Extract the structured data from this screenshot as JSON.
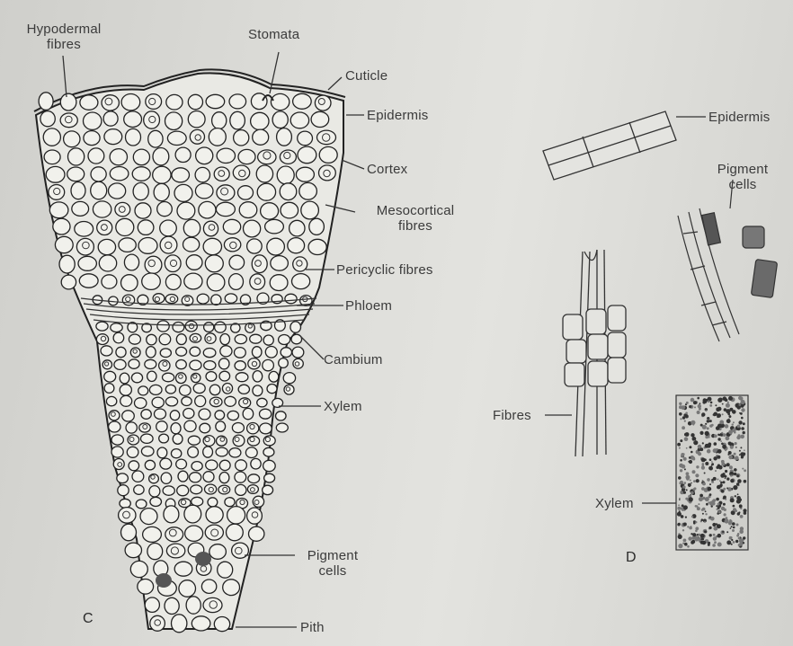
{
  "labels": {
    "hypodermal_l1": "Hypodermal",
    "hypodermal_l2": "fibres",
    "stomata": "Stomata",
    "cuticle": "Cuticle",
    "epidermis_c": "Epidermis",
    "cortex": "Cortex",
    "mesocortical_l1": "Mesocortical",
    "mesocortical_l2": "fibres",
    "pericyclic": "Pericyclic fibres",
    "phloem": "Phloem",
    "cambium": "Cambium",
    "xylem_c": "Xylem",
    "pigment_c_l1": "Pigment",
    "pigment_c_l2": "cells",
    "pith": "Pith",
    "epidermis_d": "Epidermis",
    "pigment_d_l1": "Pigment",
    "pigment_d_l2": "cells",
    "fibres": "Fibres",
    "xylem_d": "Xylem"
  },
  "panels": {
    "c": "C",
    "d": "D"
  }
}
